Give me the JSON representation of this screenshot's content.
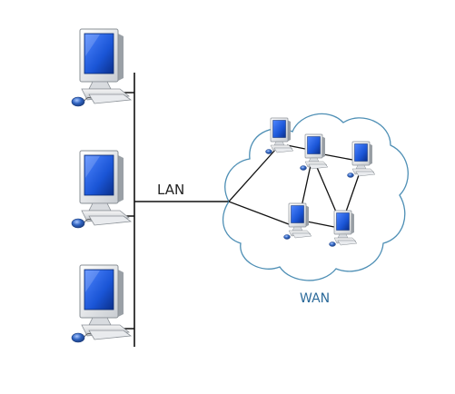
{
  "labels": {
    "lan": "LAN",
    "wan": "WAN"
  },
  "colors": {
    "screen": "#1a55d6",
    "cloud_stroke": "#4e8fb5",
    "wan_label": "#2c6a9a",
    "wire": "#111111",
    "mouse": "#2f63c0"
  },
  "nodes": {
    "lan_computers": 3,
    "wan_computers": 5
  }
}
